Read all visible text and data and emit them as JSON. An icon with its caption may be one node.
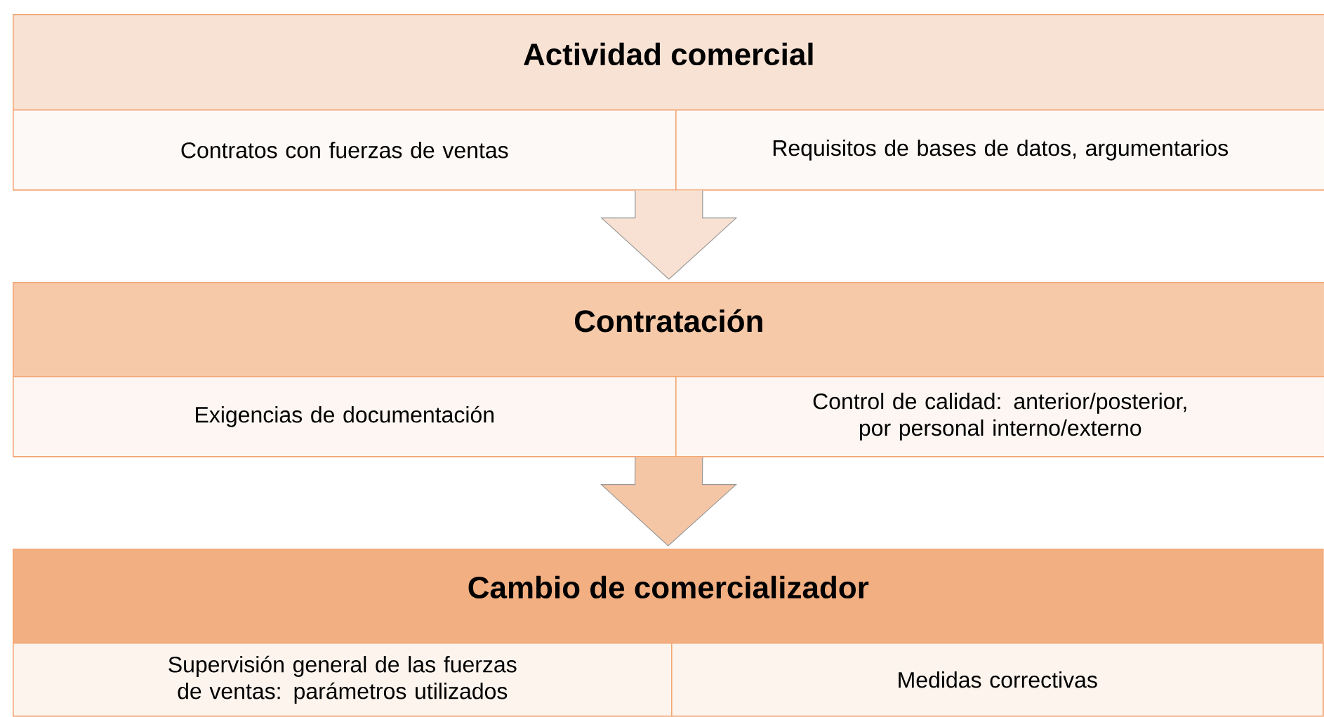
{
  "diagram": {
    "nodes": [
      {
        "text": [
          "Actividad comercial"
        ]
      },
      {
        "text": [
          "Contratos con fuerzas de ventas"
        ],
        "in": 0
      },
      {
        "text": [
          "Requisitos de bases de datos, argumentarios"
        ],
        "in": 0
      },
      {
        "text": [
          "Contratación"
        ]
      },
      {
        "text": [
          "Exigencias de documentación"
        ],
        "in": 3
      },
      {
        "text": [
          "Control de calidad: anterior/posterior, por personal interno/externo"
        ],
        "in": 3
      },
      {
        "text": [
          "Cambio de comercializador"
        ]
      },
      {
        "text": [
          "Supervisión general de las fuerzas de ventas: parámetros utilizados"
        ],
        "in": 6
      },
      {
        "text": [
          "Medidas correctivas"
        ],
        "in": 6
      }
    ],
    "edges": [
      {
        "from": 0,
        "to": 3,
        "arrow": "to",
        "color": "#f8e1d2"
      },
      {
        "from": 3,
        "to": 6,
        "arrow": "to",
        "color": "#f5c6a5"
      }
    ]
  }
}
